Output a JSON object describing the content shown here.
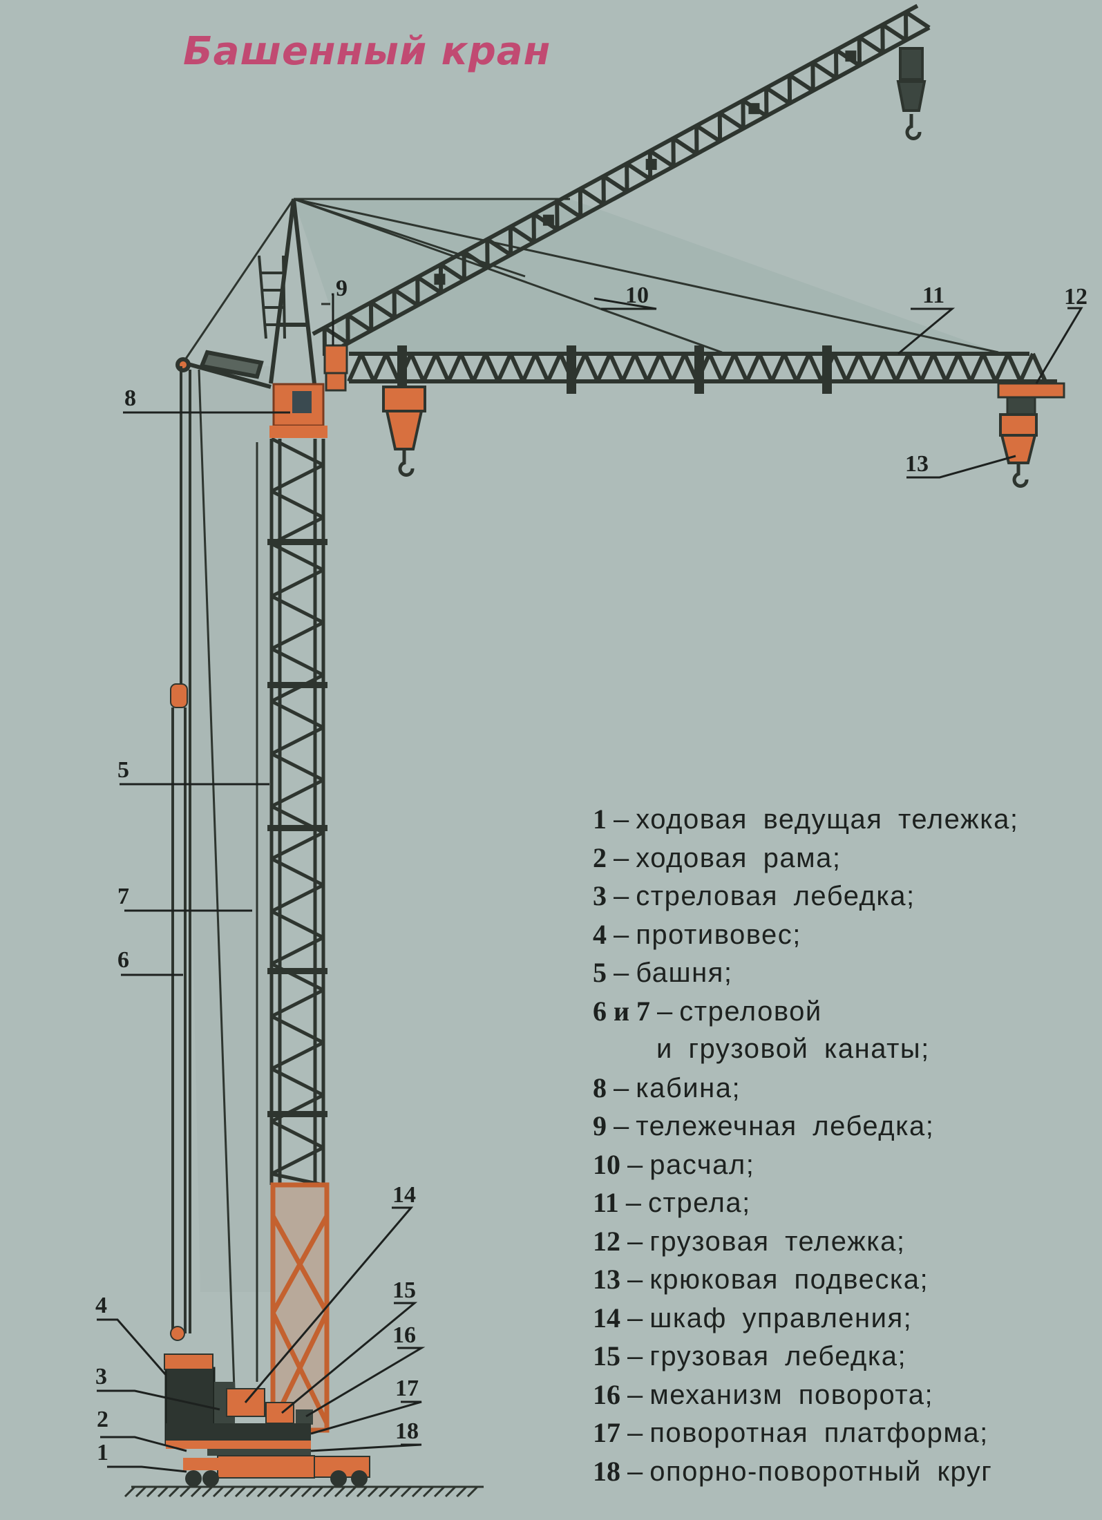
{
  "title": "Башенный кран",
  "callouts": [
    "1",
    "2",
    "3",
    "4",
    "5",
    "6",
    "7",
    "8",
    "9",
    "10",
    "11",
    "12",
    "13",
    "14",
    "15",
    "16",
    "17",
    "18"
  ],
  "legend": [
    {
      "num": "1",
      "text": "ходовая ведущая тележка;"
    },
    {
      "num": "2",
      "text": "ходовая рама;"
    },
    {
      "num": "3",
      "text": "стреловая лебедка;"
    },
    {
      "num": "4",
      "text": "противовес;"
    },
    {
      "num": "5",
      "text": "башня;"
    },
    {
      "num": "6 и 7",
      "text": "стреловой"
    },
    {
      "num": "",
      "text": "и грузовой канаты;"
    },
    {
      "num": "8",
      "text": "кабина;"
    },
    {
      "num": "9",
      "text": "тележечная лебедка;"
    },
    {
      "num": "10",
      "text": "расчал;"
    },
    {
      "num": "11",
      "text": "стрела;"
    },
    {
      "num": "12",
      "text": "грузовая тележка;"
    },
    {
      "num": "13",
      "text": "крюковая подвеска;"
    },
    {
      "num": "14",
      "text": "шкаф управления;"
    },
    {
      "num": "15",
      "text": "грузовая лебедка;"
    },
    {
      "num": "16",
      "text": "механизм поворота;"
    },
    {
      "num": "17",
      "text": "поворотная платформа;"
    },
    {
      "num": "18",
      "text": "опорно-поворотный круг"
    }
  ],
  "colors": {
    "background": "#aebcb9",
    "truss": "#2e352f",
    "orange": "#d8703f",
    "title": "#c14a72",
    "text": "#1d211f"
  }
}
